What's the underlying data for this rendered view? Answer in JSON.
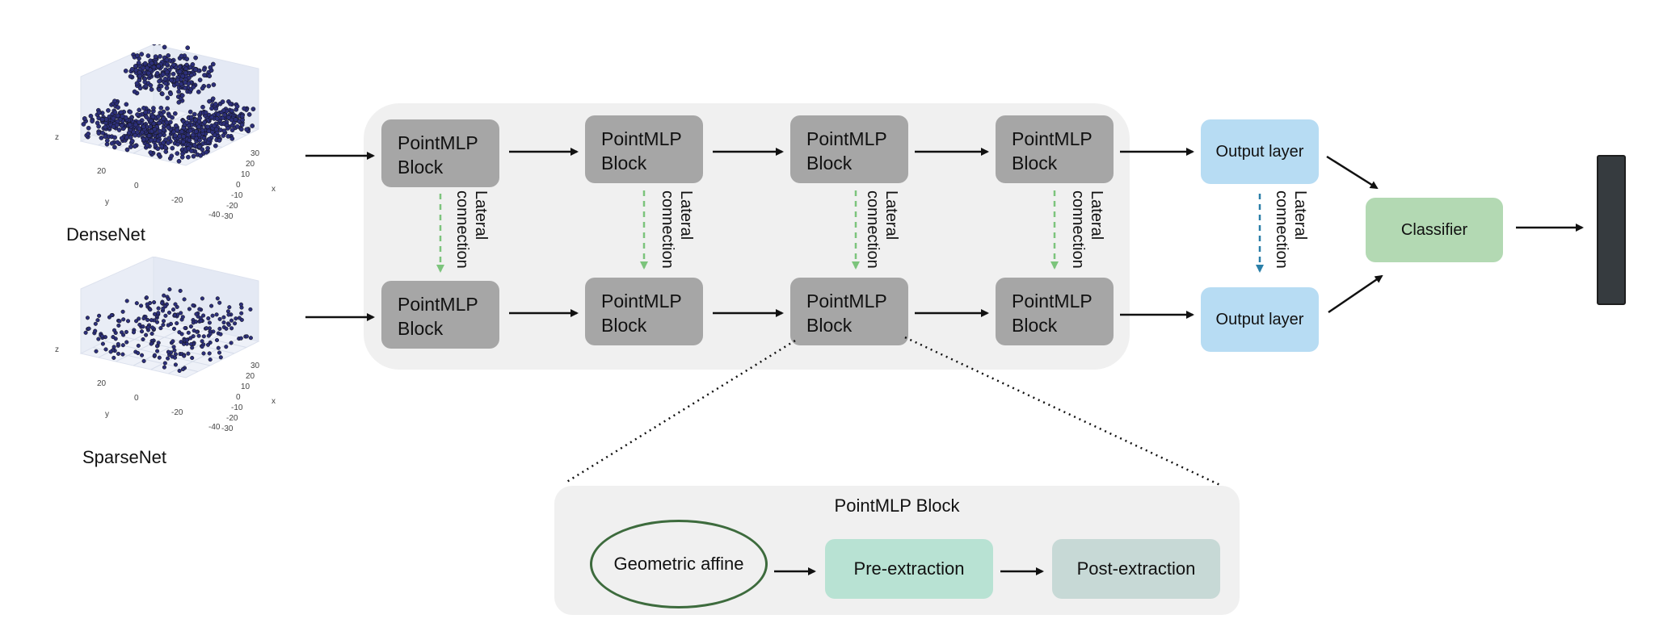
{
  "inputs": {
    "dense_label": "DenseNet",
    "sparse_label": "SparseNet",
    "axis_ticks": {
      "z": "z",
      "y": "y",
      "x": "x",
      "dense_x_ticks": [
        "30",
        "20",
        "10",
        "0",
        "-10",
        "-20",
        "-30"
      ],
      "dense_y_ticks": [
        "20",
        "0",
        "-20",
        "-40"
      ],
      "sparse_x_ticks": [
        "30",
        "20",
        "10",
        "0",
        "-10",
        "-20",
        "-30"
      ],
      "sparse_y_ticks": [
        "20",
        "0",
        "-20",
        "-40"
      ]
    }
  },
  "blocks": {
    "top": [
      {
        "line1": "PointMLP",
        "line2": "Block"
      },
      {
        "line1": "PointMLP",
        "line2": "Block"
      },
      {
        "line1": "PointMLP",
        "line2": "Block"
      },
      {
        "line1": "PointMLP",
        "line2": "Block"
      }
    ],
    "bottom": [
      {
        "line1": "PointMLP",
        "line2": "Block"
      },
      {
        "line1": "PointMLP",
        "line2": "Block"
      },
      {
        "line1": "PointMLP",
        "line2": "Block"
      },
      {
        "line1": "PointMLP",
        "line2": "Block"
      }
    ]
  },
  "lateral": [
    {
      "line1": "Lateral",
      "line2": "connection"
    },
    {
      "line1": "Lateral",
      "line2": "connection"
    },
    {
      "line1": "Lateral",
      "line2": "connection"
    },
    {
      "line1": "Lateral",
      "line2": "connection"
    },
    {
      "line1": "Lateral",
      "line2": "connection"
    }
  ],
  "output_layers": [
    "Output layer",
    "Output layer"
  ],
  "classifier": "Classifier",
  "detail": {
    "title": "PointMLP Block",
    "geometric": "Geometric affine",
    "pre": "Pre-extraction",
    "post": "Post-extraction"
  },
  "colors": {
    "block": "#a6a6a6",
    "output_layer": "#b7dcf3",
    "classifier": "#b3d9b3",
    "lateral_green": "#7cc47c",
    "lateral_blue": "#2a7fa8",
    "point": "#2c2f7a"
  }
}
